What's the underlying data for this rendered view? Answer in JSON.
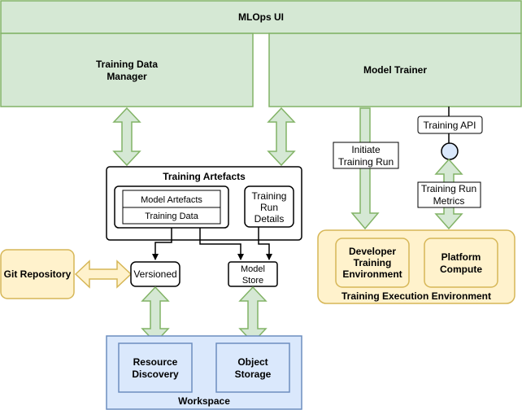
{
  "colors": {
    "green_fill": "#d5e8d4",
    "green_stroke": "#82b366",
    "blue_fill": "#dae8fc",
    "blue_stroke": "#6c8ebf",
    "yellow_fill": "#fff2cc",
    "yellow_stroke": "#d6b656",
    "line": "#000000",
    "background": "#ffffff"
  },
  "header": {
    "title": "MLOps UI"
  },
  "training_data_manager": {
    "line1": "Training Data",
    "line2": "Manager"
  },
  "model_trainer": {
    "label": "Model Trainer"
  },
  "training_artefacts": {
    "title": "Training Artefacts",
    "model_artefacts": "Model Artefacts",
    "training_data": "Training Data",
    "run_details": {
      "line1": "Training",
      "line2": "Run",
      "line3": "Details"
    }
  },
  "initiate_run": {
    "line1": "Initiate",
    "line2": "Training Run"
  },
  "training_api": {
    "label": "Training API"
  },
  "run_metrics": {
    "line1": "Training Run",
    "line2": "Metrics"
  },
  "execution_env": {
    "title": "Training Execution Environment",
    "developer_env": {
      "line1": "Developer",
      "line2": "Training",
      "line3": "Environment"
    },
    "platform_compute": {
      "line1": "Platform",
      "line2": "Compute"
    }
  },
  "git_repository": {
    "label": "Git Repository"
  },
  "versioned": {
    "label": "Versioned"
  },
  "model_store": {
    "line1": "Model",
    "line2": "Store"
  },
  "workspace": {
    "title": "Workspace",
    "resource_discovery": {
      "line1": "Resource",
      "line2": "Discovery"
    },
    "object_storage": {
      "line1": "Object",
      "line2": "Storage"
    }
  }
}
